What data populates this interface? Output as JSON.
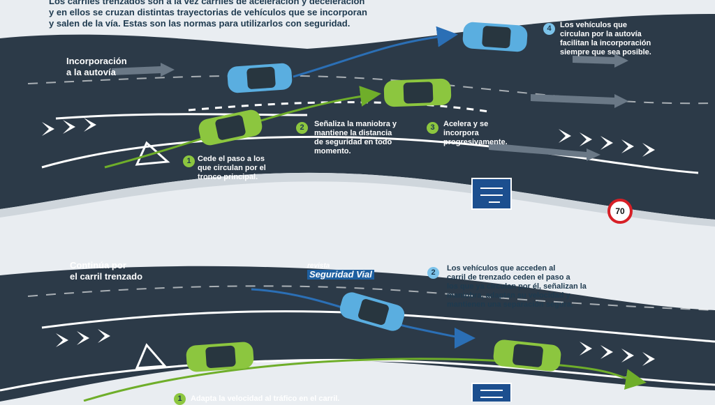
{
  "intro_text": {
    "line1": "Los carriles trenzados son a la vez carriles de aceleración y deceleración",
    "line2": "y en ellos se cruzan distintas trayectorias de vehículos que se incorporan",
    "line3": "y salen de la vía. Estas son las normas para utilizarlos con seguridad."
  },
  "section_top": {
    "title_line1": "Incorporación",
    "title_line2": "a la autovía",
    "steps": [
      {
        "num": "1",
        "lines": [
          "Cede el paso a los",
          "que circulan por el",
          "tronco principal."
        ]
      },
      {
        "num": "2",
        "lines": [
          "Señaliza la maniobra y",
          "mantiene la distancia",
          "de seguridad en todo",
          "momento."
        ]
      },
      {
        "num": "3",
        "lines": [
          "Acelera y se",
          "incorpora",
          "progresivamente."
        ]
      },
      {
        "num": "4",
        "lines": [
          "Los vehículos que",
          "circulan por la autovía",
          "facilitan la incorporación",
          "siempre que sea posible."
        ]
      }
    ],
    "speed_sign": "70"
  },
  "section_bottom": {
    "title_line1": "Continúa por",
    "title_line2": "el carril trenzado",
    "steps": [
      {
        "num": "2",
        "lines": [
          "Los vehículos que acceden al",
          "carril de trenzado ceden el paso a",
          "los que ya circulan por él, señalizan la",
          "maniobra, adaptan su velocidad y",
          "mantienen una separación segura."
        ]
      },
      {
        "num": "1",
        "lines": [
          "Adapta la velocidad al tráfico en el carril."
        ]
      }
    ]
  },
  "logo": {
    "line1": "revista",
    "line2": "Seguridad Vial"
  },
  "colors": {
    "road": "#2c3a48",
    "green_car": "#8cc63f",
    "blue_car": "#5aaee0",
    "accent_text": "#1e3a4f"
  }
}
